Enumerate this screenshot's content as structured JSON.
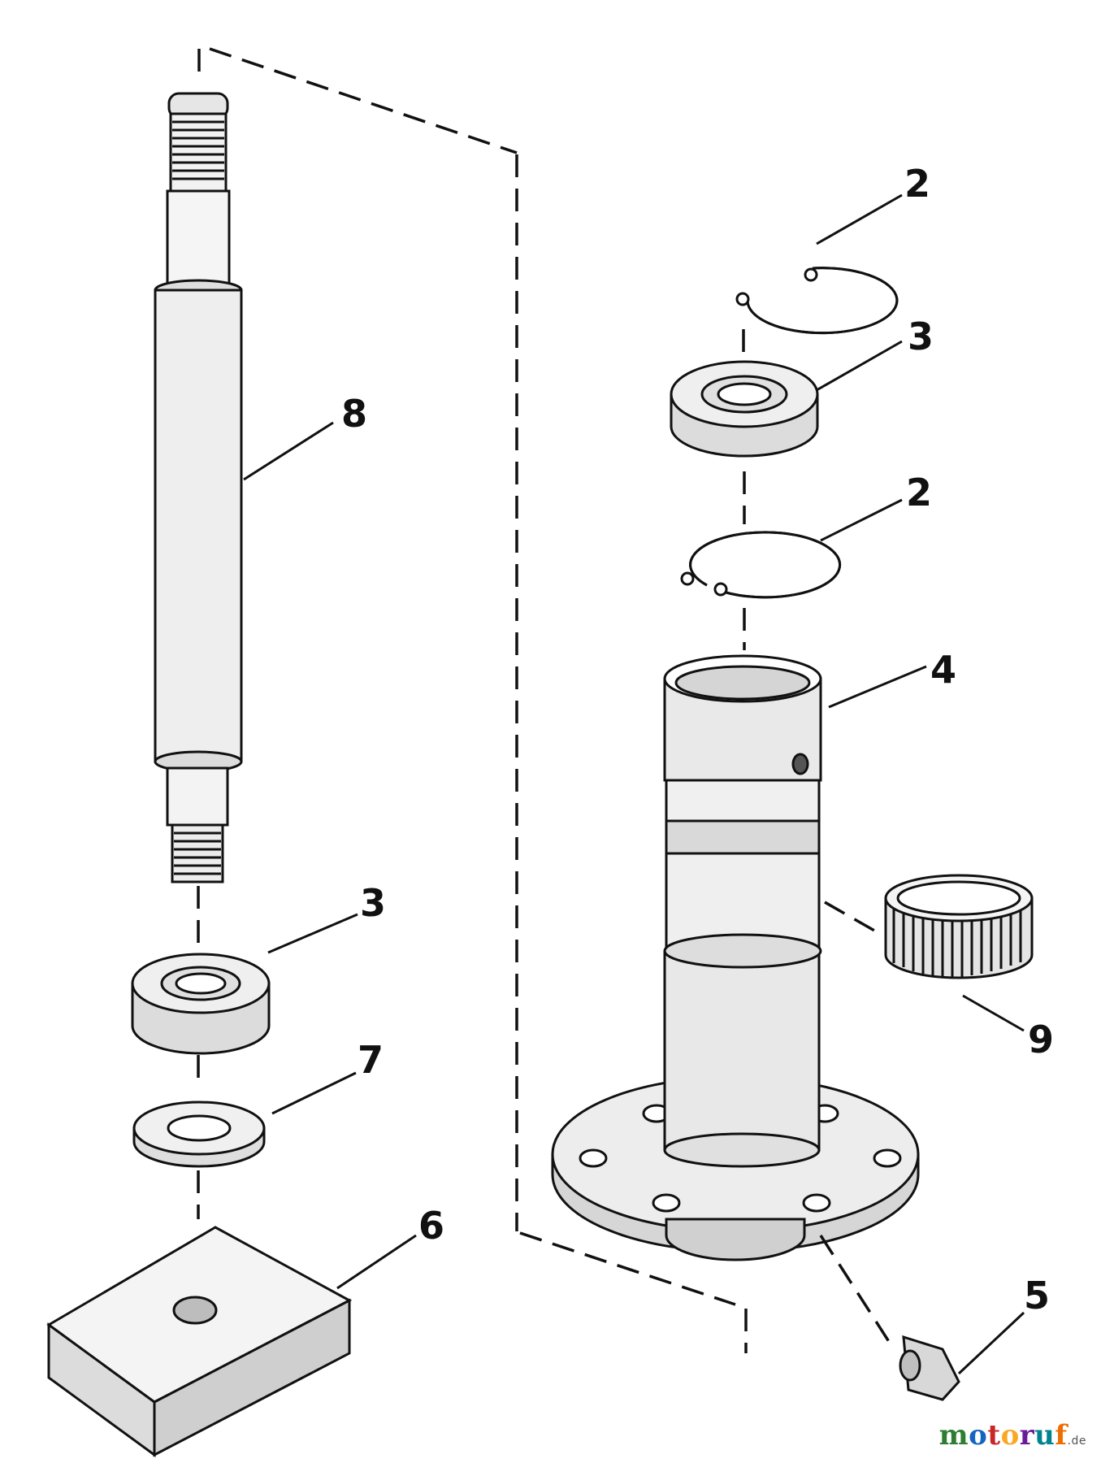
{
  "diagram": {
    "callouts": [
      {
        "id": "c8",
        "label": "8"
      },
      {
        "id": "c3a",
        "label": "3"
      },
      {
        "id": "c7",
        "label": "7"
      },
      {
        "id": "c6",
        "label": "6"
      },
      {
        "id": "c2a",
        "label": "2"
      },
      {
        "id": "c3b",
        "label": "3"
      },
      {
        "id": "c2b",
        "label": "2"
      },
      {
        "id": "c4",
        "label": "4"
      },
      {
        "id": "c9",
        "label": "9"
      },
      {
        "id": "c5",
        "label": "5"
      }
    ]
  },
  "watermark": {
    "letters": [
      "m",
      "o",
      "t",
      "o",
      "r",
      "u",
      "f"
    ],
    "colors": [
      "#2e7d32",
      "#1565c0",
      "#c62828",
      "#f9a825",
      "#6a1b9a",
      "#00838f",
      "#ef6c00"
    ],
    "tld": ".de"
  }
}
